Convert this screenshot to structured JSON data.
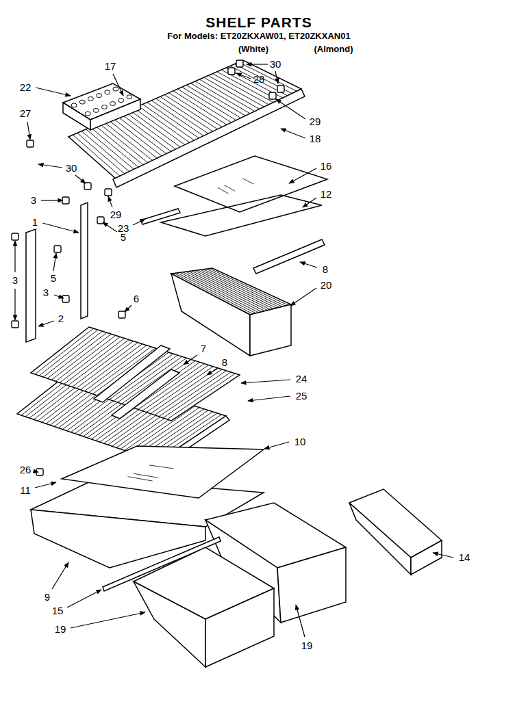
{
  "diagram": {
    "title": "SHELF PARTS",
    "labels": [
      "For Models: ET20ZKXAW01, ET20ZKXAN01",
      "(White)",
      "(Almond)",
      "17",
      "30",
      "28",
      "22",
      "27",
      "29",
      "18",
      "30",
      "16",
      "29",
      "3",
      "12",
      "23",
      "1",
      "5",
      "3",
      "5",
      "8",
      "3",
      "20",
      "6",
      "2",
      "7",
      "8",
      "24",
      "25",
      "10",
      "26",
      "11",
      "14",
      "9",
      "15",
      "19",
      "19"
    ]
  }
}
